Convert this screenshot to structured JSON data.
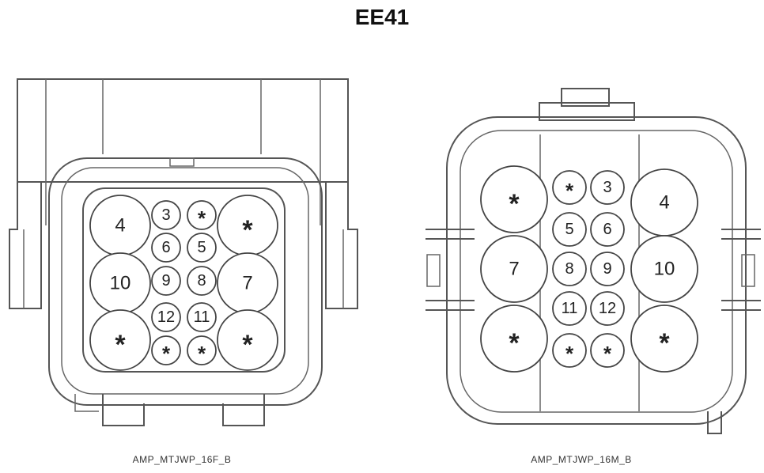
{
  "title": "EE41",
  "connectors": [
    {
      "id": "female",
      "caption": "AMP_MTJWP_16F_B",
      "pins": [
        {
          "label": "4",
          "size": "large"
        },
        {
          "label": "3",
          "size": "small"
        },
        {
          "label": "*",
          "size": "small"
        },
        {
          "label": "*",
          "size": "large"
        },
        {
          "label": "6",
          "size": "small"
        },
        {
          "label": "5",
          "size": "small"
        },
        {
          "label": "10",
          "size": "large"
        },
        {
          "label": "9",
          "size": "small"
        },
        {
          "label": "8",
          "size": "small"
        },
        {
          "label": "7",
          "size": "large"
        },
        {
          "label": "12",
          "size": "small"
        },
        {
          "label": "11",
          "size": "small"
        },
        {
          "label": "*",
          "size": "large"
        },
        {
          "label": "*",
          "size": "small"
        },
        {
          "label": "*",
          "size": "small"
        },
        {
          "label": "*",
          "size": "large"
        }
      ]
    },
    {
      "id": "male",
      "caption": "AMP_MTJWP_16M_B",
      "pins": [
        {
          "label": "*",
          "size": "large"
        },
        {
          "label": "*",
          "size": "small"
        },
        {
          "label": "3",
          "size": "small"
        },
        {
          "label": "4",
          "size": "large"
        },
        {
          "label": "5",
          "size": "small"
        },
        {
          "label": "6",
          "size": "small"
        },
        {
          "label": "7",
          "size": "large"
        },
        {
          "label": "8",
          "size": "small"
        },
        {
          "label": "9",
          "size": "small"
        },
        {
          "label": "10",
          "size": "large"
        },
        {
          "label": "11",
          "size": "small"
        },
        {
          "label": "12",
          "size": "small"
        },
        {
          "label": "*",
          "size": "large"
        },
        {
          "label": "*",
          "size": "small"
        },
        {
          "label": "*",
          "size": "small"
        },
        {
          "label": "*",
          "size": "large"
        }
      ]
    }
  ]
}
